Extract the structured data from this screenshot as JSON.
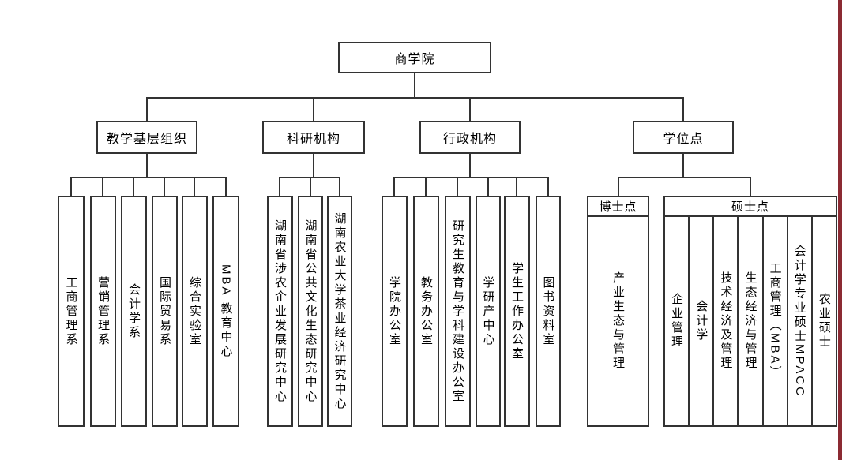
{
  "page": {
    "background_color": "#ffffff",
    "line_color": "#333333",
    "right_border_color": "#8B2A33"
  },
  "org_chart": {
    "root": {
      "label": "商学院"
    },
    "branches": [
      {
        "label": "教学基层组织",
        "children": [
          "工商管理系",
          "营销管理系",
          "会计学系",
          "国际贸易系",
          "综合实验室",
          "MBA 教育中心"
        ]
      },
      {
        "label": "科研机构",
        "children": [
          "湖南省涉农企业发展研究中心",
          "湖南省公共文化生态研究中心",
          "湖南农业大学茶业经济研究中心"
        ]
      },
      {
        "label": "行政机构",
        "children": [
          "学院办公室",
          "教务办公室",
          "研究生教育与学科建设办公室",
          "学研产中心",
          "学生工作办公室",
          "图书资料室"
        ]
      },
      {
        "label": "学位点"
      }
    ],
    "degree_points": {
      "doctoral": {
        "label": "博士点",
        "programs": [
          "产业生态与管理"
        ]
      },
      "masters": {
        "label": "硕士点",
        "programs": [
          "企业管理",
          "会计学",
          "技术经济及管理",
          "生态经济与管理",
          "工商管理（MBA）",
          "会计学专业硕士MPACC",
          "农业硕士"
        ]
      }
    }
  }
}
